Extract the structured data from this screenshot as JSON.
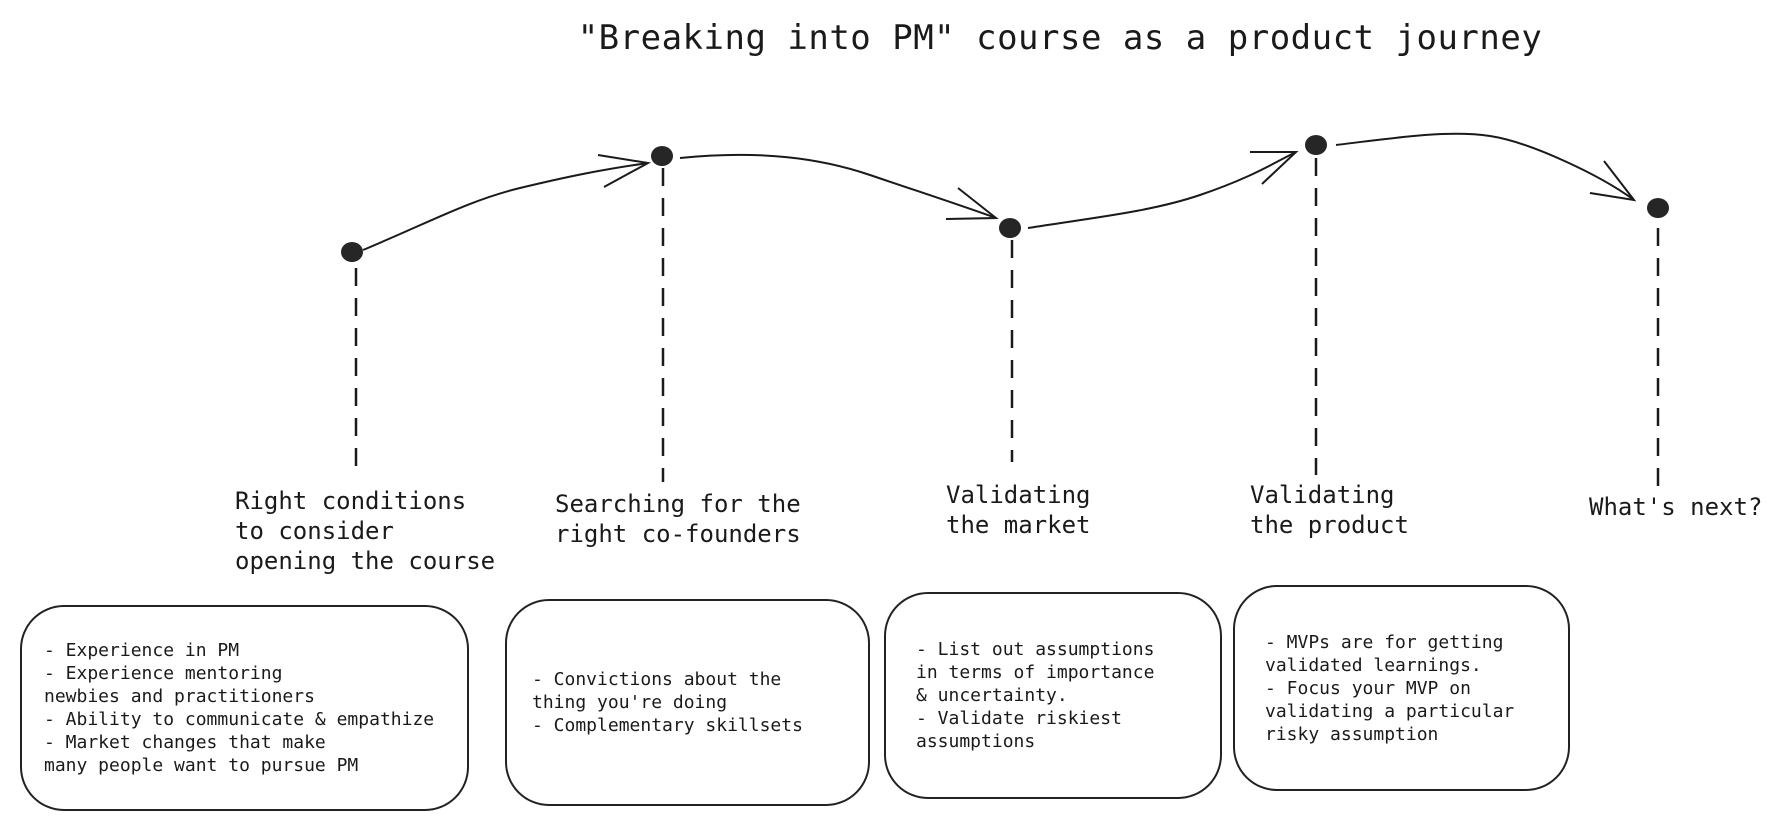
{
  "title": "\"Breaking into PM\" course as a product journey",
  "colors": {
    "ink": "#1a1a1a",
    "dot": "#262626"
  },
  "stages": [
    {
      "label_lines": [
        "Right conditions",
        "to consider",
        "opening the course"
      ],
      "card_lines": [
        "- Experience in PM",
        "- Experience mentoring",
        "newbies and practitioners",
        "- Ability to communicate & empathize",
        "- Market changes that make",
        "many people want to pursue PM"
      ]
    },
    {
      "label_lines": [
        "Searching for the",
        "right co-founders"
      ],
      "card_lines": [
        "- Convictions about the",
        "thing you're doing",
        "- Complementary skillsets"
      ]
    },
    {
      "label_lines": [
        "Validating",
        "the market"
      ],
      "card_lines": [
        "- List out assumptions",
        "in terms of importance",
        "& uncertainty.",
        "- Validate riskiest",
        "assumptions"
      ]
    },
    {
      "label_lines": [
        "Validating",
        "the product"
      ],
      "card_lines": [
        "- MVPs are for getting",
        "validated learnings.",
        "- Focus your MVP on",
        "validating a particular",
        "risky assumption"
      ]
    },
    {
      "label_lines": [
        "What's next?"
      ],
      "card_lines": []
    }
  ]
}
